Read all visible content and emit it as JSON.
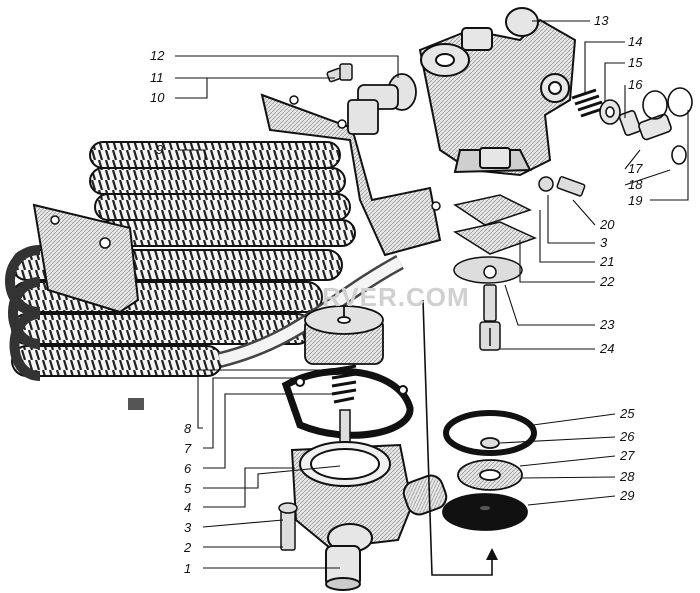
{
  "watermark": "RVER.COM",
  "callouts": [
    "1",
    "2",
    "3",
    "4",
    "5",
    "6",
    "7",
    "8",
    "9",
    "10",
    "11",
    "12",
    "13",
    "14",
    "15",
    "16",
    "17",
    "18",
    "19",
    "20",
    "3",
    "21",
    "22",
    "23",
    "24",
    "25",
    "26",
    "27",
    "28",
    "29"
  ]
}
